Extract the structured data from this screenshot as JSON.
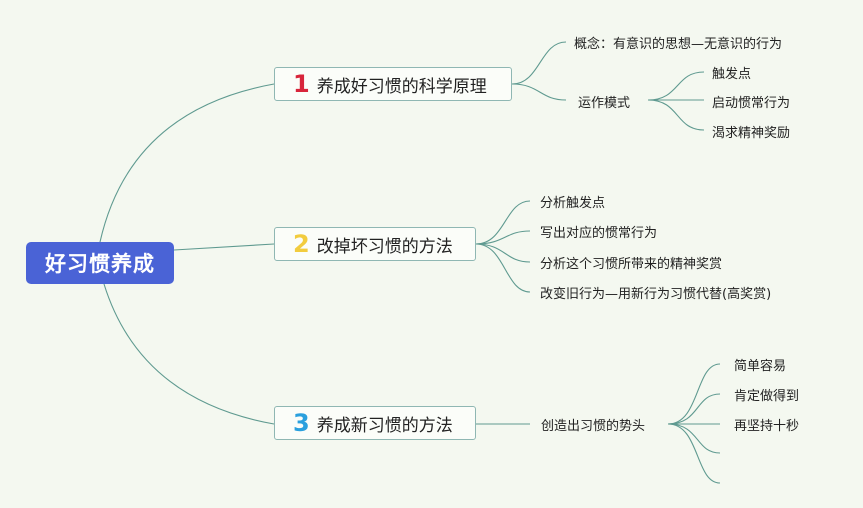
{
  "root": {
    "label": "好习惯养成"
  },
  "branches": [
    {
      "number": "1",
      "label": "养成好习惯的科学原理",
      "children": [
        {
          "label": "概念：有意识的思想—无意识的行为"
        },
        {
          "label": "运作模式",
          "children": [
            {
              "label": "触发点"
            },
            {
              "label": "启动惯常行为"
            },
            {
              "label": "渴求精神奖励"
            }
          ]
        }
      ]
    },
    {
      "number": "2",
      "label": "改掉坏习惯的方法",
      "children": [
        {
          "label": "分析触发点"
        },
        {
          "label": "写出对应的惯常行为"
        },
        {
          "label": "分析这个习惯所带来的精神奖赏"
        },
        {
          "label": "改变旧行为—用新行为习惯代替(高奖赏)"
        }
      ]
    },
    {
      "number": "3",
      "label": "养成新习惯的方法",
      "children": [
        {
          "label": "创造出习惯的势头",
          "children": [
            {
              "label": "简单容易"
            },
            {
              "label": "肯定做得到"
            },
            {
              "label": "再坚持十秒"
            },
            {
              "label": ""
            },
            {
              "label": ""
            }
          ]
        }
      ]
    }
  ],
  "colors": {
    "root_bg": "#4a63d6",
    "connector": "#5f9a90",
    "number_1": "#d8253b",
    "number_2": "#f2cc3e",
    "number_3": "#2aa0de"
  }
}
